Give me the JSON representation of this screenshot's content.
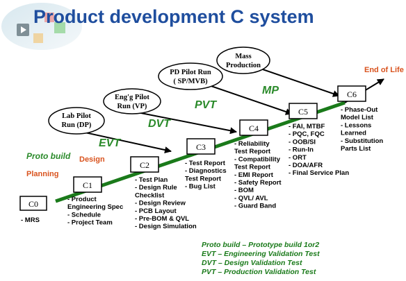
{
  "title": "Product development C system",
  "colors": {
    "title": "#1f4e9e",
    "green_line": "#1a7a1a",
    "phase_label_green": "#2a8a2a",
    "design_label": "#d9531e",
    "planning_label": "#d9531e",
    "end_of_life": "#d9531e",
    "box_border": "#000000"
  },
  "stages": [
    {
      "id": "C0",
      "label": "C0",
      "items": [
        "- MRS"
      ]
    },
    {
      "id": "C1",
      "label": "C1",
      "items": [
        "- Product",
        "  Engineering Spec",
        "- Schedule",
        "- Project Team"
      ]
    },
    {
      "id": "C2",
      "label": "C2",
      "items": [
        "- Test Plan",
        "- Design Rule",
        "  Checklist",
        "- Design Review",
        "- PCB Layout",
        "- Pre-BOM & QVL",
        "- Design Simulation"
      ]
    },
    {
      "id": "C3",
      "label": "C3",
      "items": [
        "- Test Report",
        "- Diagnostics",
        "  Test Report",
        "- Bug List"
      ]
    },
    {
      "id": "C4",
      "label": "C4",
      "items": [
        "- Reliability",
        "  Test Report",
        "- Compatibility",
        "  Test Report",
        "- EMI Report",
        "- Safety Report",
        "- BOM",
        "- QVL/ AVL",
        "- Guard Band"
      ]
    },
    {
      "id": "C5",
      "label": "C5",
      "items": [
        "- FAI, MTBF",
        "- PQC, FQC",
        "- OOB/SI",
        "- Run-In",
        "- ORT",
        "- DOA/AFR",
        "- Final Service Plan"
      ]
    },
    {
      "id": "C6",
      "label": "C6",
      "items": [
        "- Phase-Out",
        "  Model List",
        "- Lessons",
        "  Learned",
        "- Substitution",
        "  Parts List"
      ]
    }
  ],
  "phase_labels": {
    "planning": "Planning",
    "design": "Design",
    "proto_build": "Proto build",
    "evt": "EVT",
    "dvt": "DVT",
    "pvt": "PVT",
    "mp": "MP",
    "end_of_life": "End of Life"
  },
  "ovals": [
    {
      "id": "lab-pilot-run",
      "lines": [
        "Lab Pilot",
        "Run (DP)"
      ]
    },
    {
      "id": "eng-pilot-run",
      "lines": [
        "Eng'g Pilot",
        "Run (VP)"
      ]
    },
    {
      "id": "pd-pilot-run",
      "lines": [
        "PD Pilot Run",
        "( SP/MVB)"
      ]
    },
    {
      "id": "mass-production",
      "lines": [
        "Mass",
        "Production"
      ]
    }
  ],
  "legend": [
    "Proto build – Prototype build 1or2",
    "EVT – Engineering Validation Test",
    "DVT – Design Validation Test",
    "PVT – Production Validation Test"
  ]
}
